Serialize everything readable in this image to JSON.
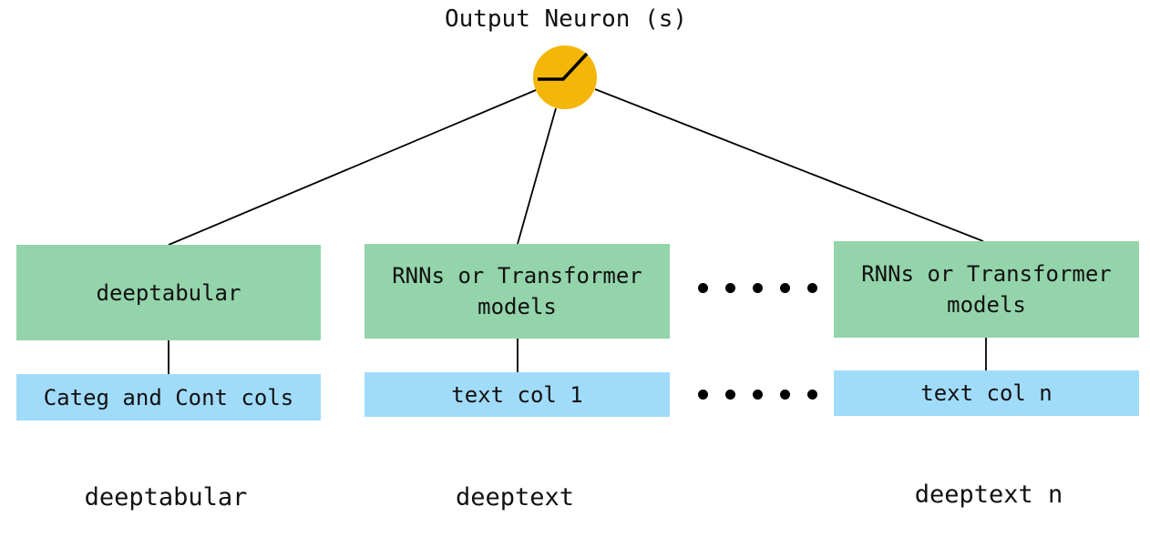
{
  "title": "Output Neuron (s)",
  "colors": {
    "neuron-fill": "#F4B608",
    "model-box-fill": "#94D4AB",
    "input-box-fill": "#A1DBFA",
    "edge-stroke": "#000000",
    "text-color": "#111111"
  },
  "columns": [
    {
      "model": "deeptabular",
      "input": "Categ and Cont cols",
      "label": "deeptabular"
    },
    {
      "model": "RNNs or Transformer models",
      "input": "text col 1",
      "label": "deeptext"
    },
    {
      "model": "RNNs or Transformer models",
      "input": "text col n",
      "label": "deeptext n"
    }
  ]
}
